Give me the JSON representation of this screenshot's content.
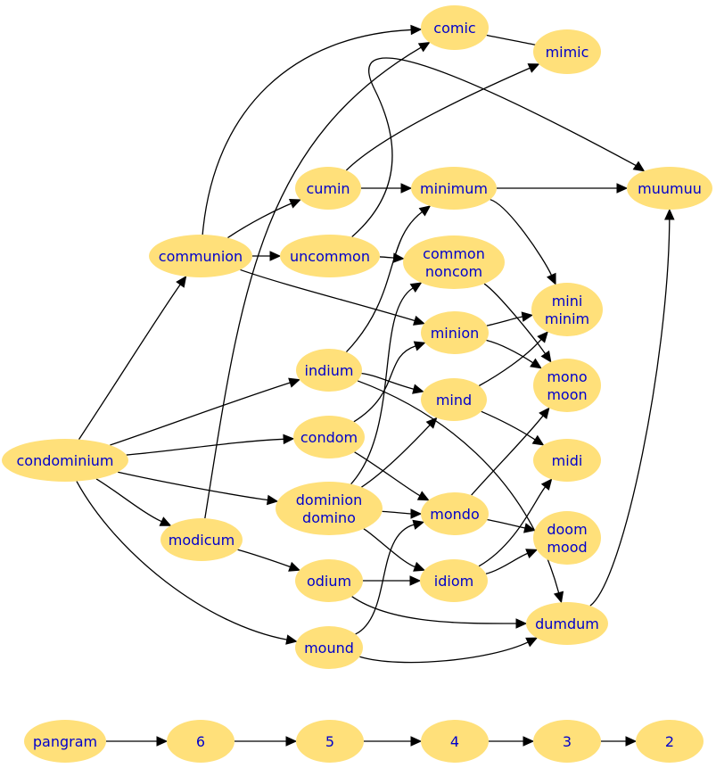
{
  "diagram": {
    "colors": {
      "node_fill": "#ffe07a",
      "node_text": "#0000cc",
      "edge": "#000000"
    },
    "nodes": [
      {
        "id": "comic",
        "lines": [
          "comic"
        ]
      },
      {
        "id": "mimic",
        "lines": [
          "mimic"
        ]
      },
      {
        "id": "cumin",
        "lines": [
          "cumin"
        ]
      },
      {
        "id": "minimum",
        "lines": [
          "minimum"
        ]
      },
      {
        "id": "muumuu",
        "lines": [
          "muumuu"
        ]
      },
      {
        "id": "communion",
        "lines": [
          "communion"
        ]
      },
      {
        "id": "uncommon",
        "lines": [
          "uncommon"
        ]
      },
      {
        "id": "common",
        "lines": [
          "common",
          "noncom"
        ]
      },
      {
        "id": "mini",
        "lines": [
          "mini",
          "minim"
        ]
      },
      {
        "id": "minion",
        "lines": [
          "minion"
        ]
      },
      {
        "id": "indium",
        "lines": [
          "indium"
        ]
      },
      {
        "id": "mind",
        "lines": [
          "mind"
        ]
      },
      {
        "id": "mono",
        "lines": [
          "mono",
          "moon"
        ]
      },
      {
        "id": "condom",
        "lines": [
          "condom"
        ]
      },
      {
        "id": "condominium",
        "lines": [
          "condominium"
        ]
      },
      {
        "id": "midi",
        "lines": [
          "midi"
        ]
      },
      {
        "id": "dominion",
        "lines": [
          "dominion",
          "domino"
        ]
      },
      {
        "id": "mondo",
        "lines": [
          "mondo"
        ]
      },
      {
        "id": "doom",
        "lines": [
          "doom",
          "mood"
        ]
      },
      {
        "id": "modicum",
        "lines": [
          "modicum"
        ]
      },
      {
        "id": "odium",
        "lines": [
          "odium"
        ]
      },
      {
        "id": "idiom",
        "lines": [
          "idiom"
        ]
      },
      {
        "id": "dumdum",
        "lines": [
          "dumdum"
        ]
      },
      {
        "id": "mound",
        "lines": [
          "mound"
        ]
      },
      {
        "id": "pangram",
        "lines": [
          "pangram"
        ]
      },
      {
        "id": "n6",
        "lines": [
          "6"
        ]
      },
      {
        "id": "n5",
        "lines": [
          "5"
        ]
      },
      {
        "id": "n4",
        "lines": [
          "4"
        ]
      },
      {
        "id": "n3",
        "lines": [
          "3"
        ]
      },
      {
        "id": "n2",
        "lines": [
          "2"
        ]
      }
    ],
    "edges": [
      {
        "from": "comic",
        "to": "mimic"
      },
      {
        "from": "communion",
        "to": "comic"
      },
      {
        "from": "modicum",
        "to": "comic"
      },
      {
        "from": "cumin",
        "to": "mimic"
      },
      {
        "from": "cumin",
        "to": "minimum"
      },
      {
        "from": "communion",
        "to": "cumin"
      },
      {
        "from": "minimum",
        "to": "muumuu"
      },
      {
        "from": "uncommon",
        "to": "muumuu"
      },
      {
        "from": "dumdum",
        "to": "muumuu"
      },
      {
        "from": "minimum",
        "to": "mini"
      },
      {
        "from": "communion",
        "to": "uncommon"
      },
      {
        "from": "uncommon",
        "to": "common"
      },
      {
        "from": "communion",
        "to": "minion"
      },
      {
        "from": "condominium",
        "to": "communion"
      },
      {
        "from": "indium",
        "to": "minimum"
      },
      {
        "from": "common",
        "to": "mono"
      },
      {
        "from": "minion",
        "to": "mini"
      },
      {
        "from": "minion",
        "to": "mono"
      },
      {
        "from": "mind",
        "to": "mini"
      },
      {
        "from": "indium",
        "to": "mind"
      },
      {
        "from": "indium",
        "to": "dumdum"
      },
      {
        "from": "mind",
        "to": "midi"
      },
      {
        "from": "condominium",
        "to": "indium"
      },
      {
        "from": "condom",
        "to": "minion"
      },
      {
        "from": "condom",
        "to": "mondo"
      },
      {
        "from": "condominium",
        "to": "condom"
      },
      {
        "from": "dominion",
        "to": "common"
      },
      {
        "from": "dominion",
        "to": "mind"
      },
      {
        "from": "dominion",
        "to": "mondo"
      },
      {
        "from": "dominion",
        "to": "idiom"
      },
      {
        "from": "condominium",
        "to": "dominion"
      },
      {
        "from": "condominium",
        "to": "modicum"
      },
      {
        "from": "condominium",
        "to": "mound"
      },
      {
        "from": "mondo",
        "to": "mono"
      },
      {
        "from": "mondo",
        "to": "doom"
      },
      {
        "from": "idiom",
        "to": "midi"
      },
      {
        "from": "idiom",
        "to": "doom"
      },
      {
        "from": "modicum",
        "to": "odium"
      },
      {
        "from": "odium",
        "to": "idiom"
      },
      {
        "from": "odium",
        "to": "dumdum"
      },
      {
        "from": "mound",
        "to": "mondo"
      },
      {
        "from": "mound",
        "to": "dumdum"
      },
      {
        "from": "pangram",
        "to": "n6"
      },
      {
        "from": "n6",
        "to": "n5"
      },
      {
        "from": "n5",
        "to": "n4"
      },
      {
        "from": "n4",
        "to": "n3"
      },
      {
        "from": "n3",
        "to": "n2"
      }
    ]
  }
}
